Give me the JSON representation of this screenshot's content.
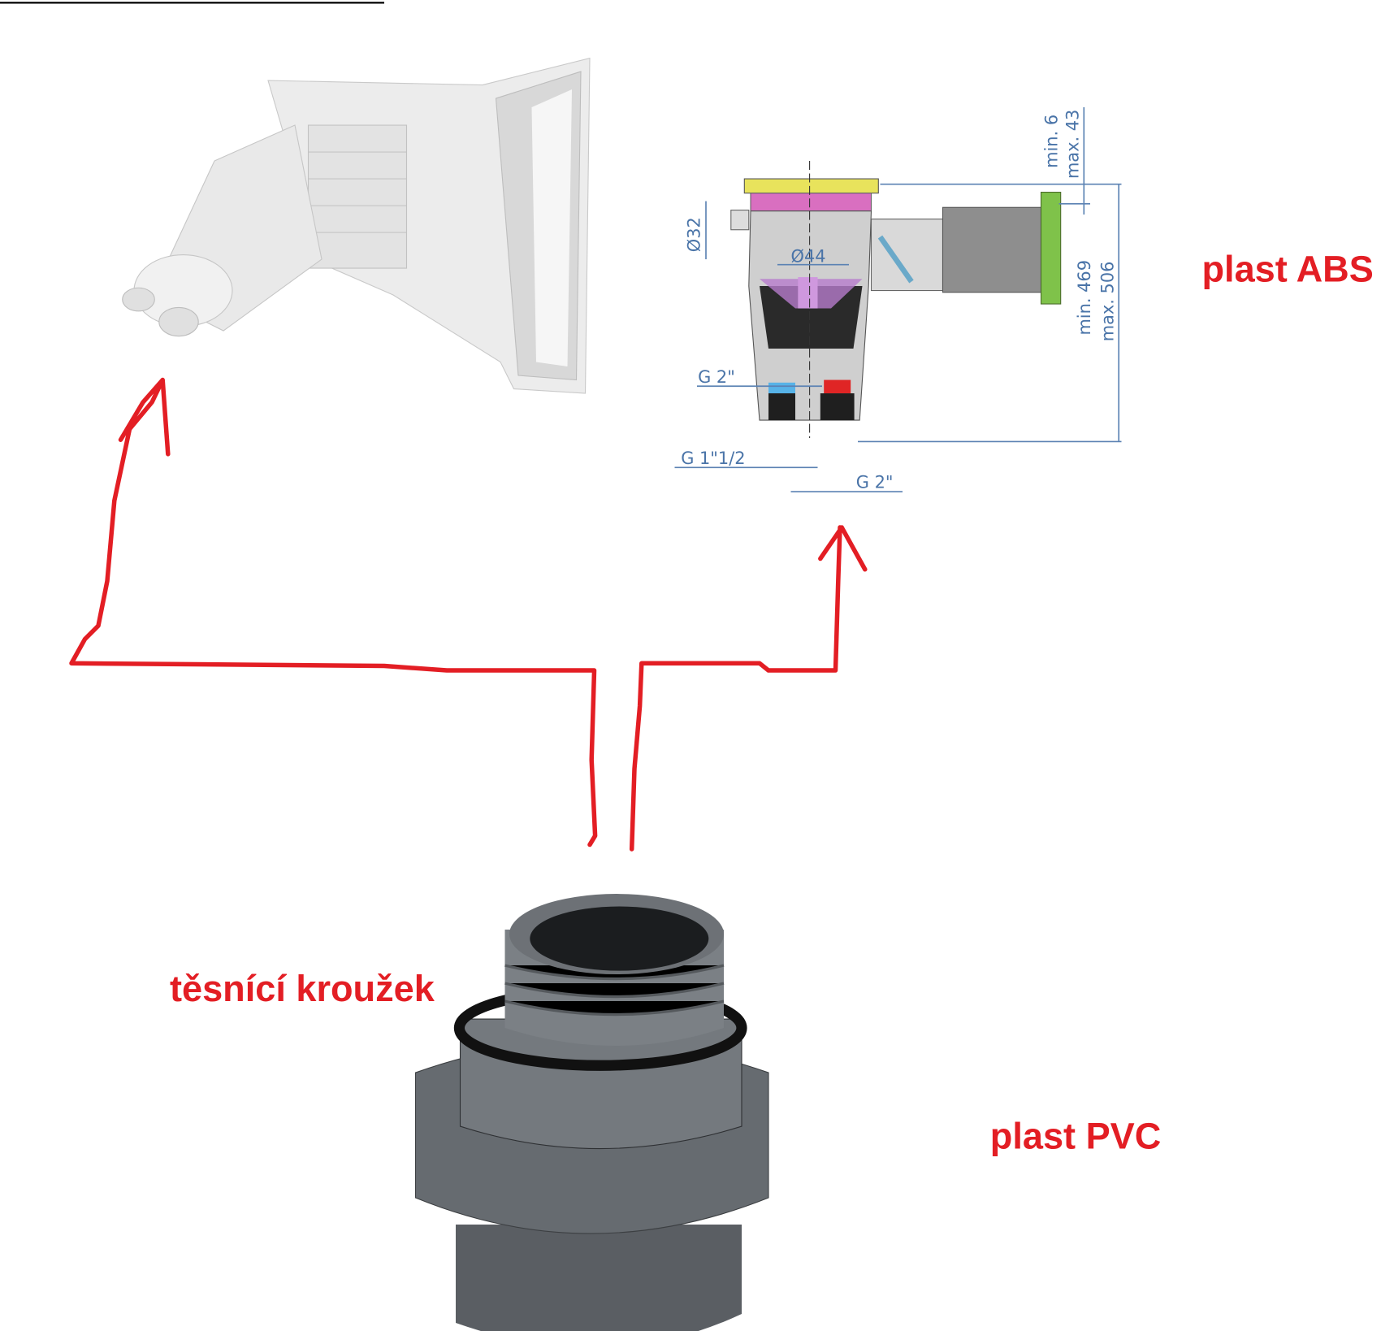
{
  "labels": {
    "abs": "plast ABS",
    "pvc": "plast PVC",
    "seal": "těsnící kroužek"
  },
  "drawing": {
    "d32": "Ø32",
    "d44": "Ø44",
    "g2_top": "G 2\"",
    "g112": "G 1\"1/2",
    "g2_bottom": "G 2\"",
    "min6": "min. 6",
    "max43": "max. 43",
    "min469": "min. 469",
    "max506": "max. 506"
  },
  "colors": {
    "annotation": "#e31e24",
    "dimension": "#4a74a8",
    "pvc": "#5c6166"
  }
}
